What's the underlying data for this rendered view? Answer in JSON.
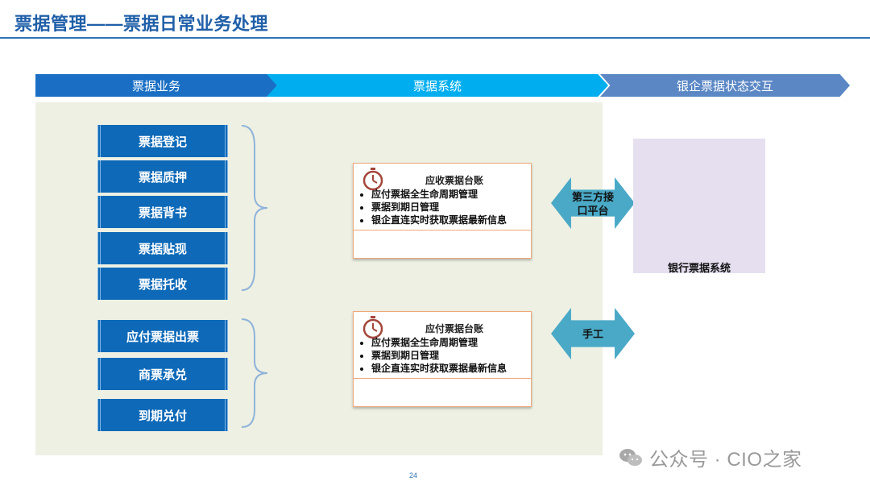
{
  "title": "票据管理——票据日常业务处理",
  "headers": [
    "票据业务",
    "票据系统",
    "银企票据状态交互"
  ],
  "business_group1": [
    "票据登记",
    "票据质押",
    "票据背书",
    "票据贴现",
    "票据托收"
  ],
  "business_group2": [
    "应付票据出票",
    "商票承兑",
    "到期兑付"
  ],
  "card_receivable": {
    "title": "应收票据台账",
    "items": [
      "应付票据全生命周期管理",
      "票据到期日管理",
      "银企直连实时获取票据最新信息"
    ]
  },
  "card_payable": {
    "title": "应付票据台账",
    "items": [
      "应付票据全生命周期管理",
      "票据到期日管理",
      "银企直连实时获取票据最新信息"
    ]
  },
  "connector_top": [
    "第三方接",
    "口平台"
  ],
  "connector_bottom": "手工",
  "bank_system": "银行票据系统",
  "page_number": "24",
  "watermark": "公众号 · CIO之家",
  "colors": {
    "title": "#1f5fa8",
    "dark_blue": "#0e6ab8",
    "cyan": "#00aeef",
    "teal": "#4aa9c7",
    "lavender": "#e6dff0",
    "card_border": "#f0a879"
  }
}
